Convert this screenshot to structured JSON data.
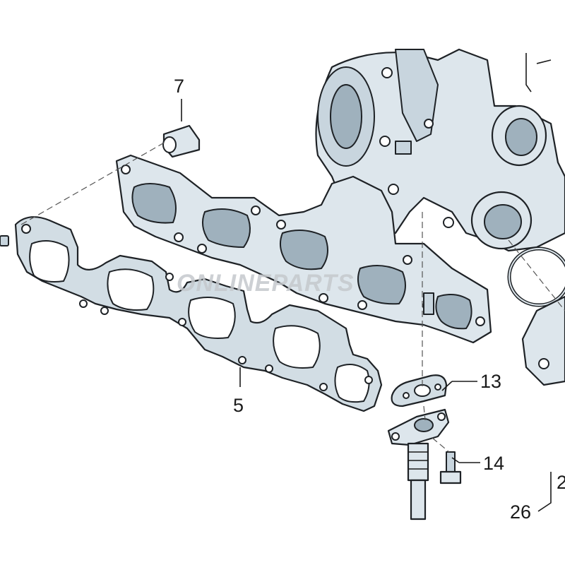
{
  "diagram": {
    "callouts": [
      {
        "id": "7",
        "text": "7"
      },
      {
        "id": "5",
        "text": "5"
      },
      {
        "id": "13",
        "text": "13"
      },
      {
        "id": "14",
        "text": "14"
      },
      {
        "id": "26",
        "text": "26"
      },
      {
        "id": "2x",
        "text": "2"
      }
    ],
    "watermark": "ONLINEPARTS",
    "colors": {
      "metal": "#dde6ec",
      "outline": "#1e2226",
      "background": "#ffffff"
    }
  }
}
